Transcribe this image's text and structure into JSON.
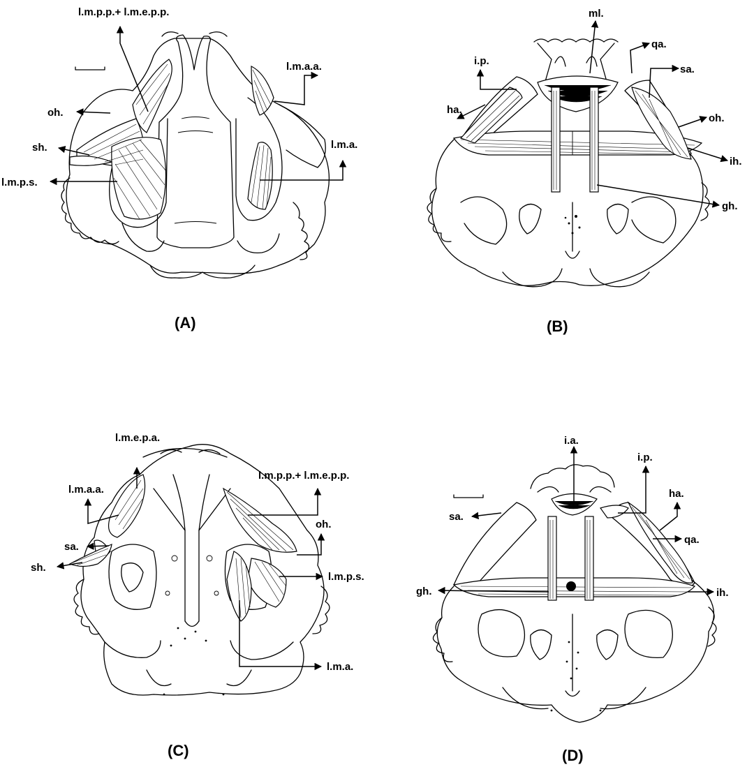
{
  "panels": {
    "A": {
      "caption": "(A)",
      "labels": {
        "lmpp_lmepp": "l.m.p.p.+ l.m.e.p.p.",
        "lmaa": "l.m.a.a.",
        "oh": "oh.",
        "sh": "sh.",
        "lma": "l.m.a.",
        "lmps": "l.m.p.s."
      }
    },
    "B": {
      "caption": "(B)",
      "labels": {
        "ml": "ml.",
        "qa": "qa.",
        "ip": "i.p.",
        "sa": "sa.",
        "ha": "ha.",
        "oh": "oh.",
        "ih": "ih.",
        "gh": "gh."
      }
    },
    "C": {
      "caption": "(C)",
      "labels": {
        "lmepa": "l.m.e.p.a.",
        "lmaa": "l.m.a.a.",
        "lmpp_lmepp": "l.m.p.p.+ l.m.e.p.p.",
        "sa": "sa.",
        "oh": "oh.",
        "sh": "sh.",
        "lmps": "l.m.p.s.",
        "lma": "l.m.a."
      }
    },
    "D": {
      "caption": "(D)",
      "labels": {
        "ia": "i.a.",
        "ip": "i.p.",
        "ha": "ha.",
        "sa": "sa.",
        "qa": "qa.",
        "gh": "gh.",
        "ih": "ih."
      }
    }
  }
}
